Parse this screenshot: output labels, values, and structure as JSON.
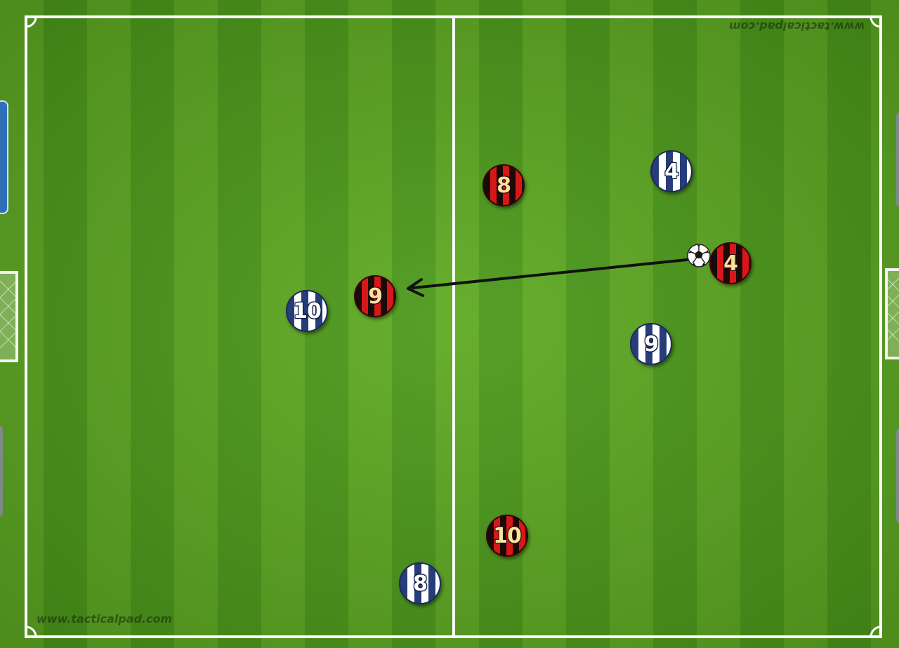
{
  "colors": {
    "grass_light": "#5eaa22",
    "grass_dark": "#4c9a1a",
    "line": "#ffffff",
    "team_blue": "#263d7a",
    "team_red": "#d81818"
  },
  "watermark": {
    "bottom": "www.tacticalpad.com",
    "top_inverted": "www.tacticalpad.com"
  },
  "pitch": {
    "ball_icon": "soccer-ball-icon",
    "pass_arrow": {
      "from_player": "red 4",
      "to_player": "red 9",
      "icon": "pass-arrow-icon"
    }
  },
  "players": {
    "blue_10": "10",
    "blue_8": "8",
    "blue_4": "4",
    "blue_9": "9",
    "red_9": "9",
    "red_8": "8",
    "red_4": "4",
    "red_10": "10"
  }
}
